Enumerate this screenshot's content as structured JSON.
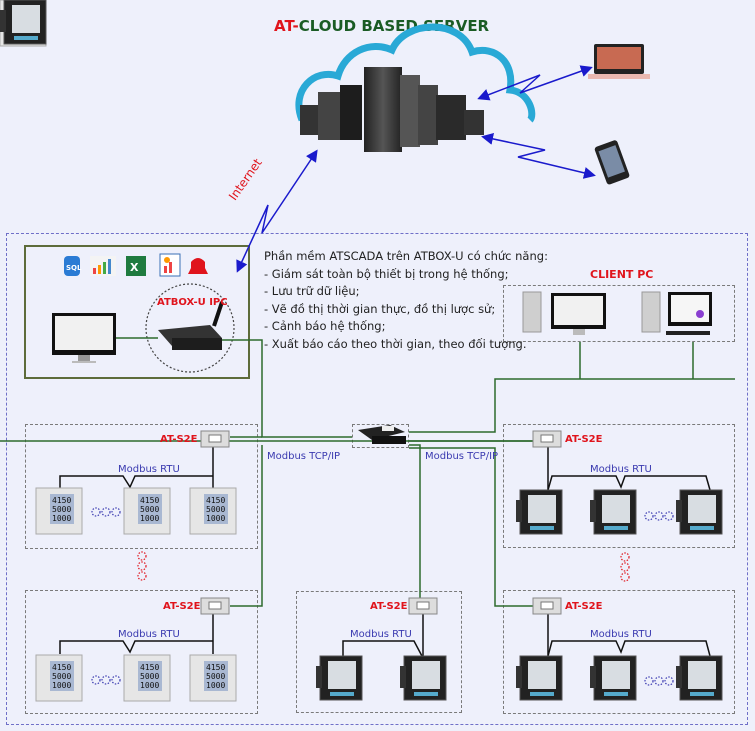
{
  "title": {
    "prefix": "AT-",
    "main": "CLOUD BASED SERVER"
  },
  "internet_label": "Internet",
  "description": {
    "heading": "Phần mềm ATSCADA trên ATBOX-U có chức năng:",
    "items": [
      "- Giám sát toàn bộ thiết bị trong hệ thống;",
      "- Lưu trữ dữ liệu;",
      "- Vẽ đồ thị thời gian thực, đồ thị lược sử;",
      "- Cảnh báo hệ thống;",
      "- Xuất báo cáo theo thời gian, theo đối tượng."
    ]
  },
  "atbox": {
    "label": "ATBOX-U IPC",
    "icons": [
      "sql-icon",
      "chart-icon",
      "excel-icon",
      "report-icon",
      "alarm-bell-icon"
    ],
    "sql_text": "SQL",
    "excel_text": "X"
  },
  "client_pc": {
    "label": "CLIENT PC"
  },
  "network": {
    "left_protocol": "Modbus TCP/IP",
    "right_protocol": "Modbus TCP/IP"
  },
  "gateways": {
    "top_left": {
      "label": "AT-S2E",
      "bus": "Modbus RTU"
    },
    "bottom_left": {
      "label": "AT-S2E",
      "bus": "Modbus RTU"
    },
    "bottom_center": {
      "label": "AT-S2E",
      "bus": "Modbus RTU"
    },
    "top_right": {
      "label": "AT-S2E",
      "bus": "Modbus RTU"
    },
    "bottom_right": {
      "label": "AT-S2E",
      "bus": "Modbus RTU"
    }
  },
  "meter_display": {
    "line1": "4150",
    "line2": "5000",
    "line3": "1000"
  },
  "colors": {
    "accent_red": "#e0141c",
    "title_green": "#1a5b24",
    "wire_green": "#2d6a2d",
    "link_blue": "#1a1acc",
    "cloud_blue": "#29a9d6"
  }
}
